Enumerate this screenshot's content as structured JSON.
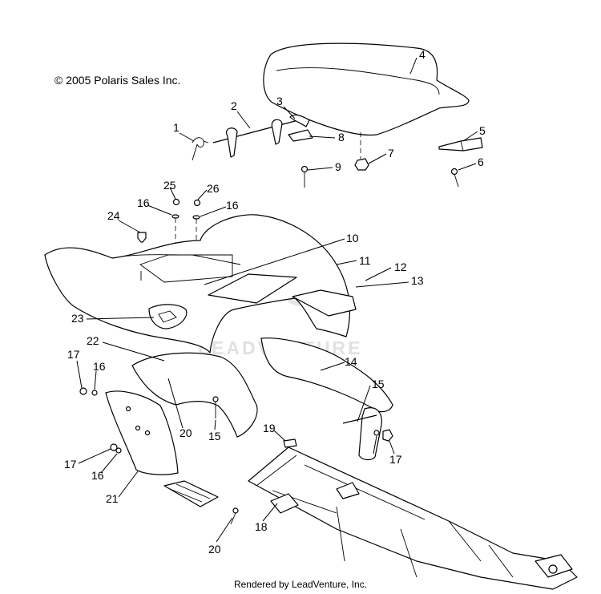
{
  "copyright": "© 2005 Polaris Sales Inc.",
  "footer": "Rendered by LeadVenture, Inc.",
  "watermark": "LEADVENTURE",
  "callouts": [
    "1",
    "2",
    "3",
    "4",
    "5",
    "6",
    "7",
    "8",
    "9",
    "10",
    "11",
    "12",
    "13",
    "14",
    "15",
    "15",
    "16",
    "16",
    "16",
    "16",
    "17",
    "17",
    "17",
    "18",
    "19",
    "20",
    "20",
    "21",
    "22",
    "23",
    "24",
    "25",
    "26"
  ],
  "colors": {
    "line": "#000000",
    "watermark": "#e1e1e1",
    "background": "#ffffff"
  }
}
